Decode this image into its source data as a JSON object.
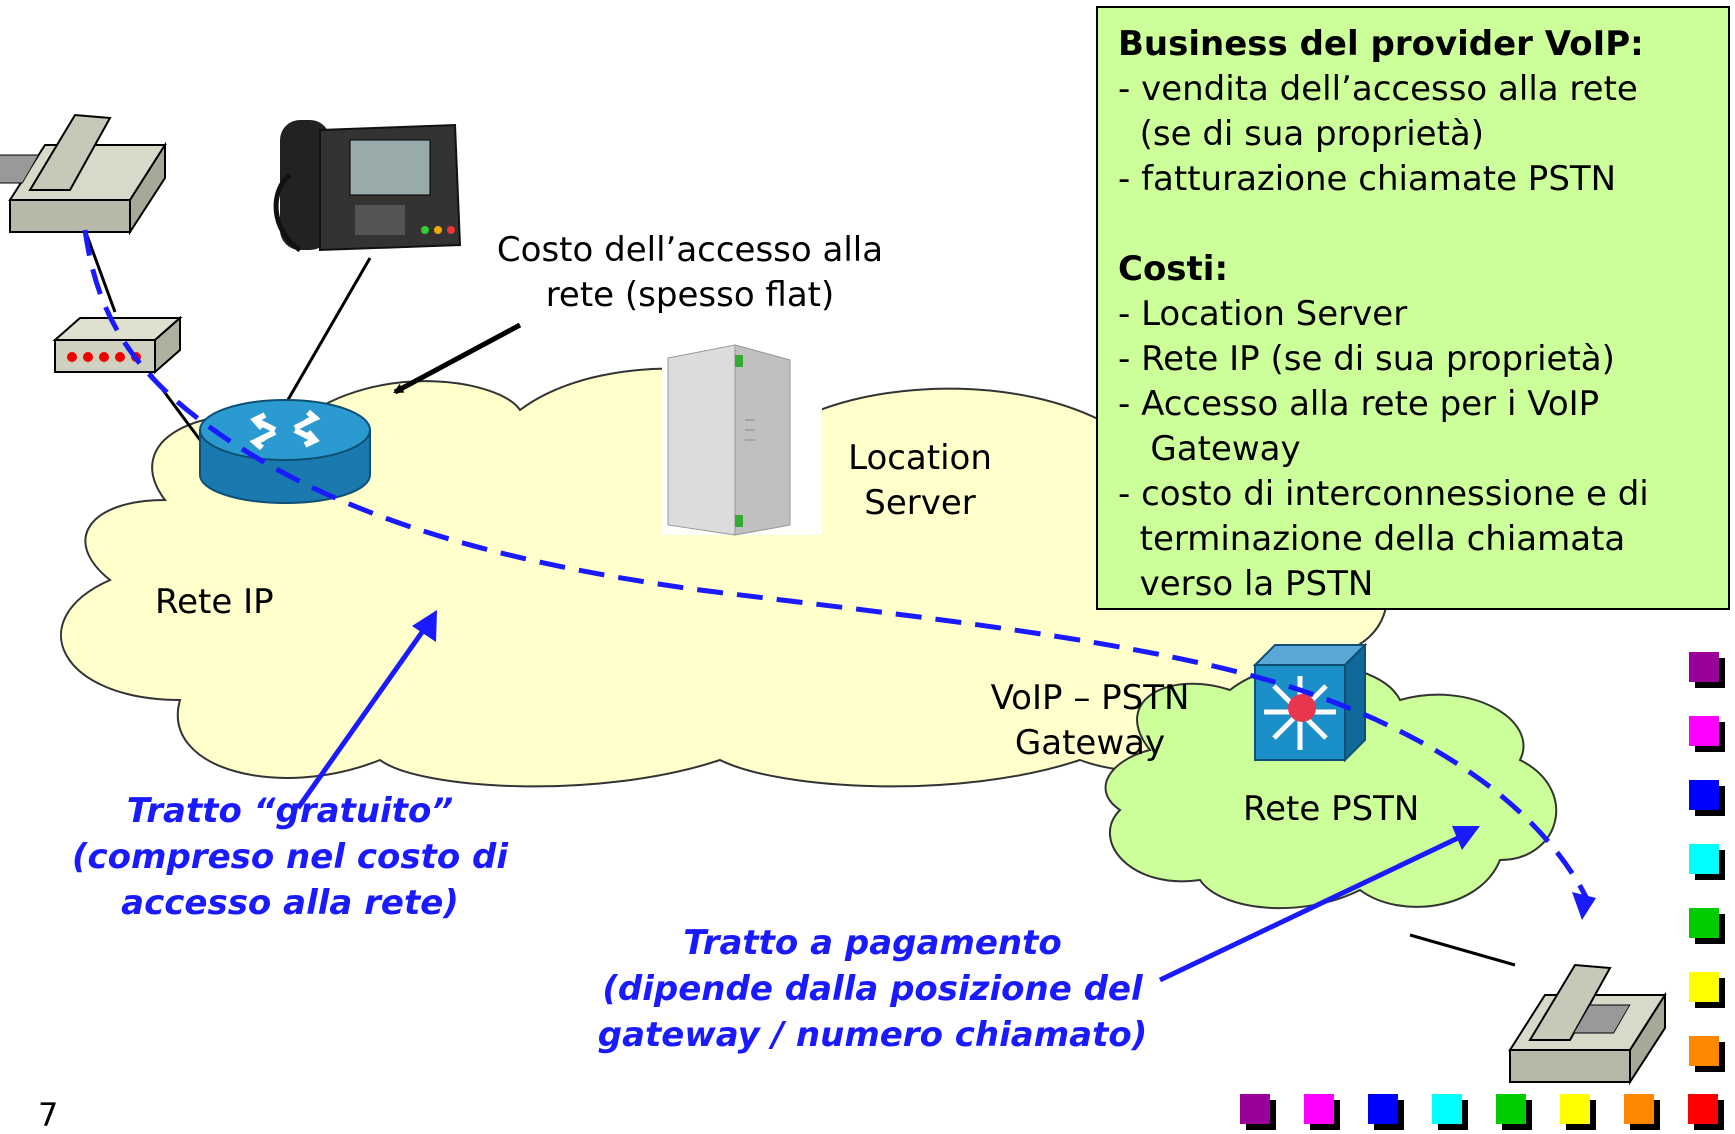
{
  "labels": {
    "access_cost": [
      "Costo dell’accesso alla",
      "rete (spesso flat)"
    ],
    "location_server": [
      "Location",
      "Server"
    ],
    "ip_network": "Rete IP",
    "gateway": [
      "VoIP – PSTN",
      "Gateway"
    ],
    "pstn_network": "Rete PSTN",
    "free_segment": [
      "Tratto “gratuito”",
      "(compreso nel costo di",
      "accesso alla rete)"
    ],
    "paid_segment": [
      "Tratto a pagamento",
      "(dipende dalla posizione del",
      "gateway / numero chiamato)"
    ]
  },
  "info_box": {
    "business_title": "Business del provider VoIP:",
    "business_items": [
      "- vendita dell’accesso alla rete",
      "  (se di sua proprietà)",
      "- fatturazione chiamate PSTN"
    ],
    "costs_title": "Costi:",
    "costs_items": [
      "- Location Server",
      "- Rete IP (se di sua proprietà)",
      "- Accesso alla rete per i VoIP",
      "   Gateway",
      "- costo di interconnessione e di",
      "  terminazione della chiamata",
      "  verso la PSTN"
    ]
  },
  "page_number": "7",
  "colors": {
    "cloud_ip": "#ffffcc",
    "cloud_pstn": "#ccff99",
    "info_box_bg": "#ccff99",
    "path": "#1a1aff",
    "router": "#1a8fc8",
    "squares_right": [
      "#990099",
      "#ff00ff",
      "#0000ff",
      "#00ffff",
      "#00cc00",
      "#ffff00",
      "#ff8800"
    ],
    "squares_bottom": [
      "#990099",
      "#ff00ff",
      "#0000ff",
      "#00ffff",
      "#00cc00",
      "#ffff00",
      "#ff8800",
      "#ff0000"
    ]
  }
}
